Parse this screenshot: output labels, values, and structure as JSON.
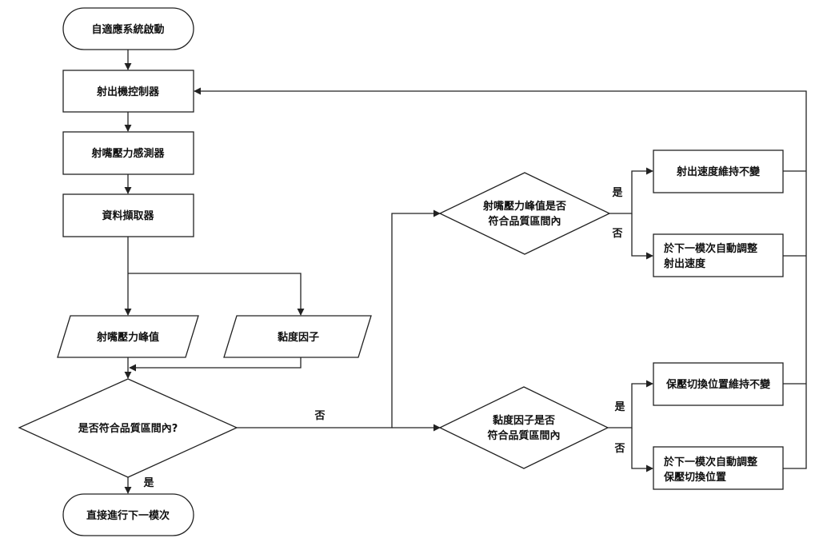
{
  "nodes": {
    "start": "自適應系統啟動",
    "injection_controller": "射出機控制器",
    "nozzle_sensor": "射嘴壓力感測器",
    "data_acquirer": "資料擷取器",
    "nozzle_peak": "射嘴壓力峰值",
    "viscosity_factor": "黏度因子",
    "quality_check": "是否符合品質區間內?",
    "next_cycle": "直接進行下一模次",
    "peak_check": [
      "射嘴壓力峰值是否",
      "符合品質區間內"
    ],
    "viscosity_check": [
      "黏度因子是否",
      "符合品質區間內"
    ],
    "speed_keep": "射出速度維持不變",
    "speed_adjust": [
      "於下一模次自動調整",
      "射出速度"
    ],
    "switch_keep": "保壓切換位置維持不變",
    "switch_adjust": [
      "於下一模次自動調整",
      "保壓切換位置"
    ]
  },
  "edge_labels": {
    "quality_no": "否",
    "quality_yes": "是",
    "peak_yes": "是",
    "peak_no": "否",
    "visc_yes": "是",
    "visc_no": "否"
  }
}
